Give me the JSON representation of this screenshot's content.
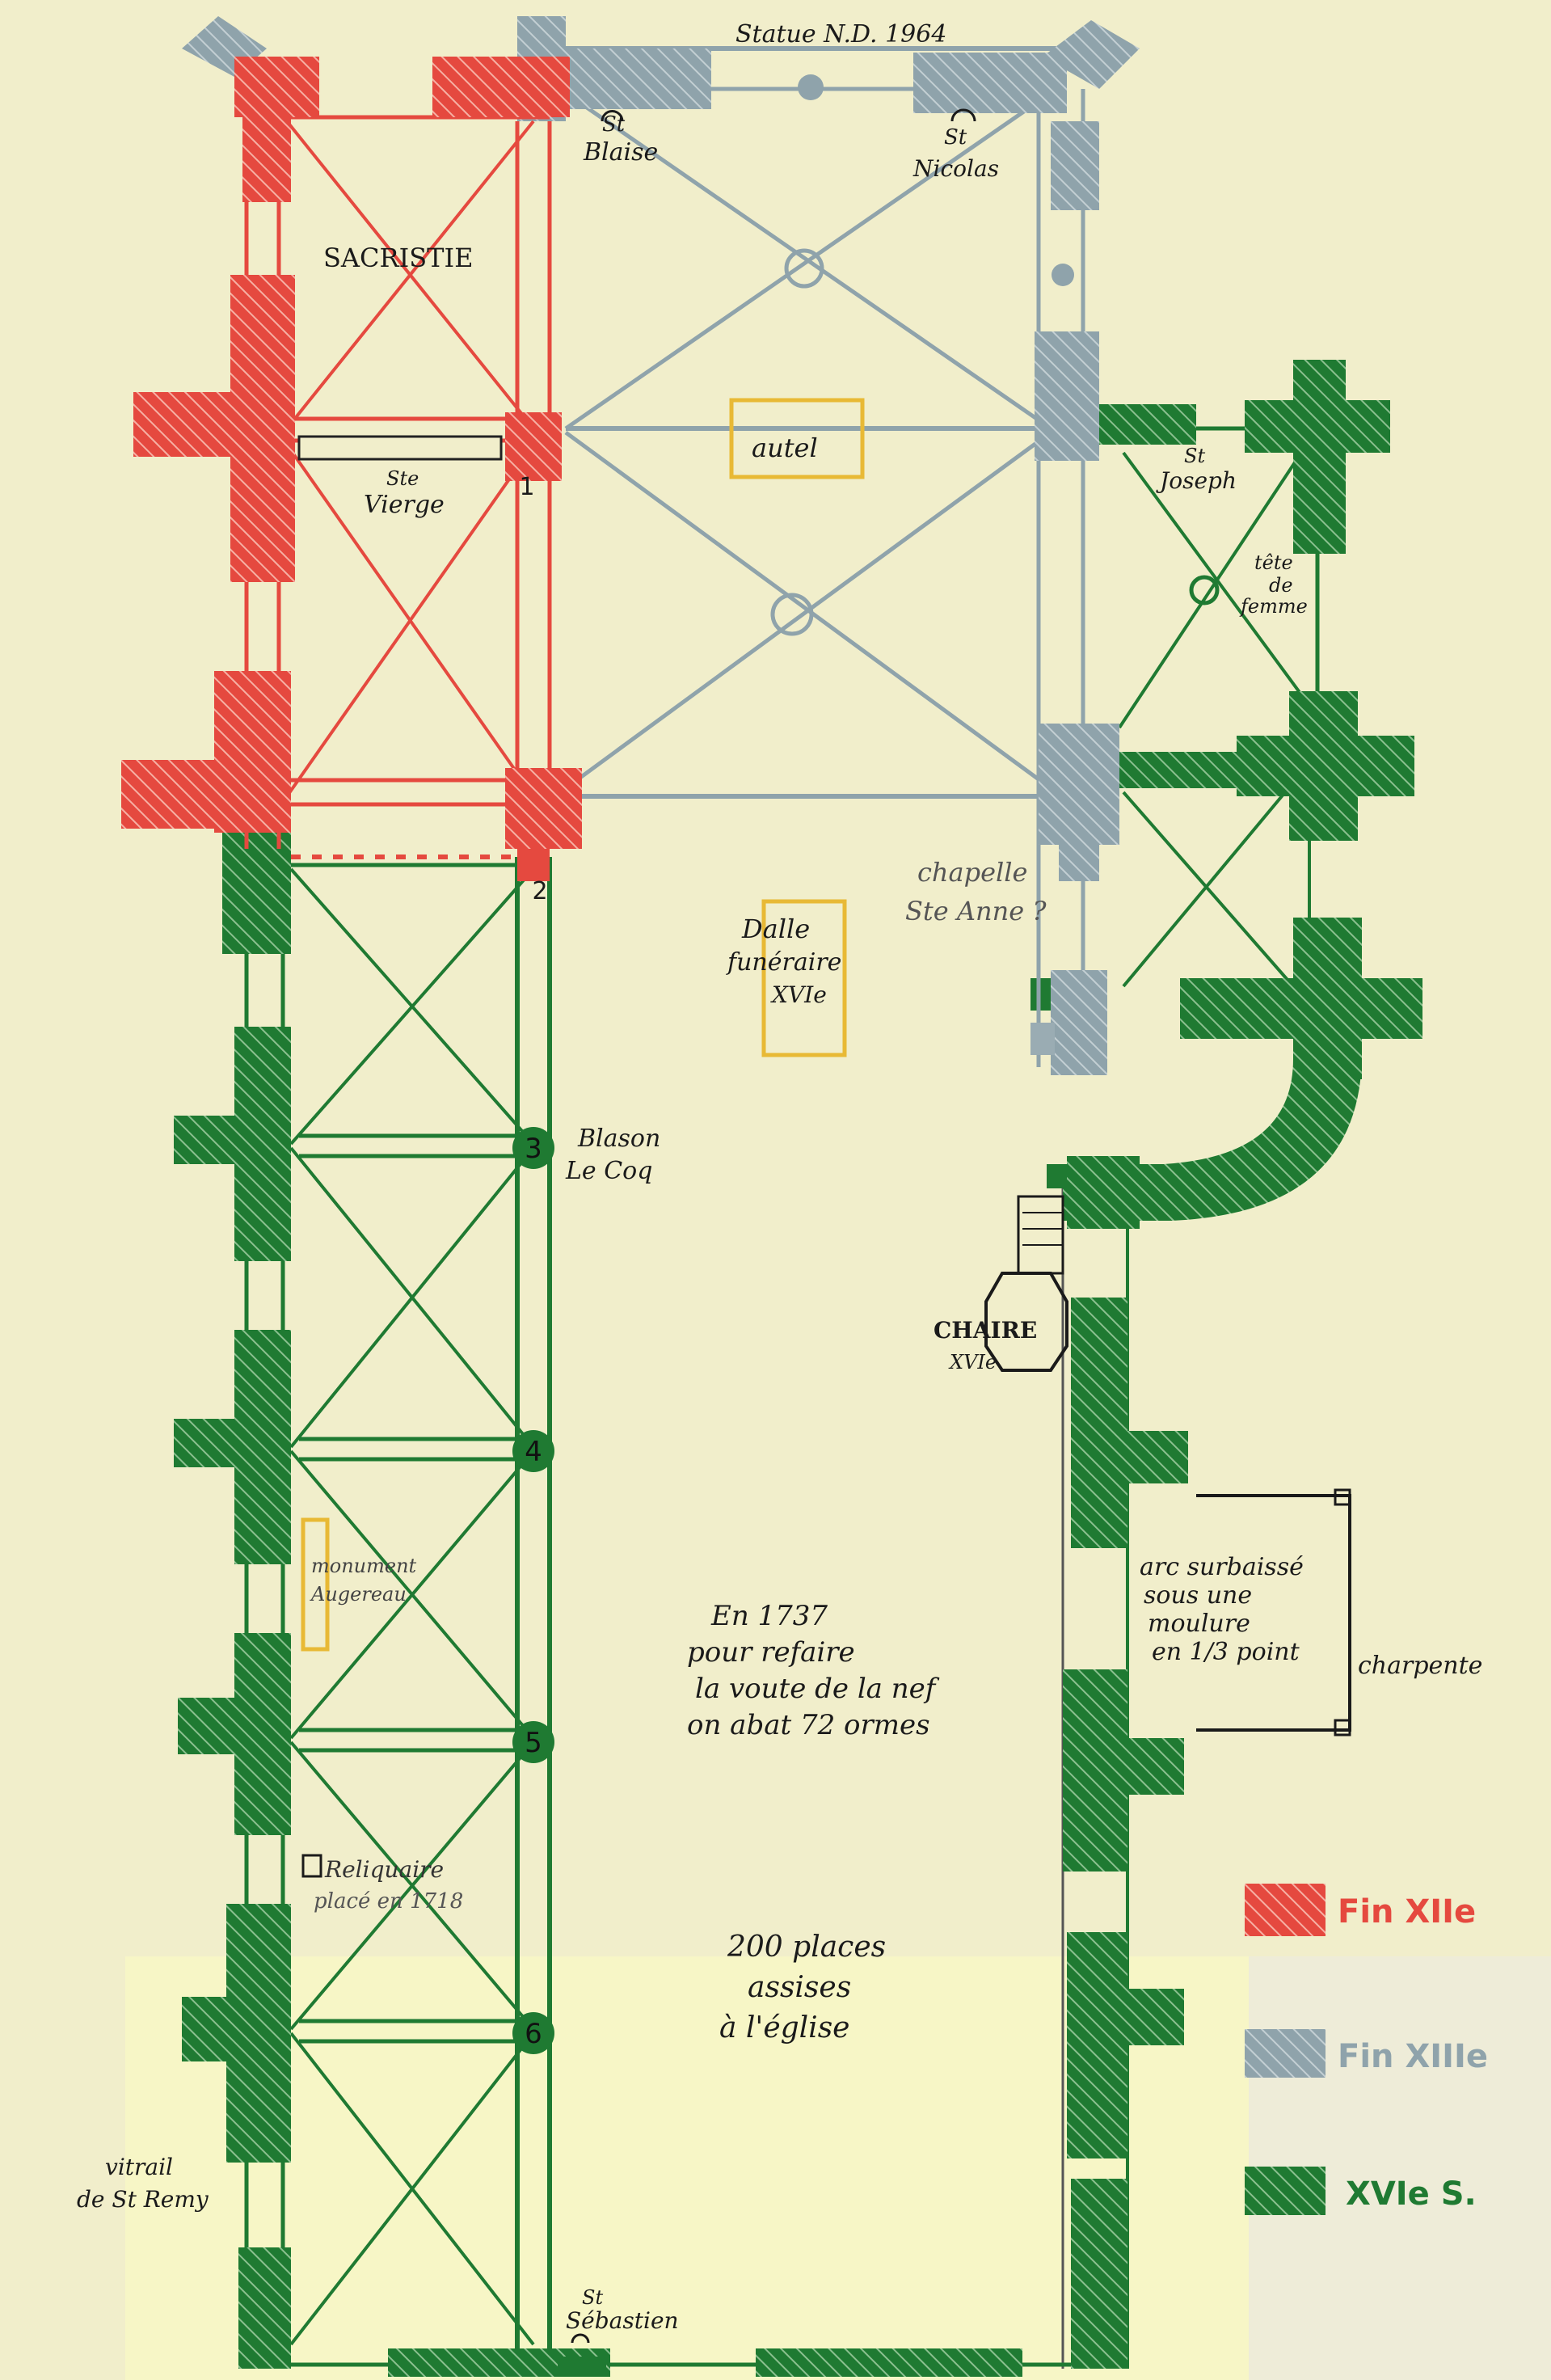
{
  "colors": {
    "paper": "#f1eecb",
    "paper_overlay": "#f7f6c6",
    "fin_xii": "#e5493f",
    "fin_xiii": "#8fa3ab",
    "xvi": "#1f7a32",
    "altar": "#e8b935",
    "ink": "#1a1a1a"
  },
  "icons": {
    "bay_marker": "filled-circle-icon",
    "keystone": "ring-icon",
    "niche": "arc-icon",
    "legend_swatch": "hatched-square-icon"
  },
  "labels": {
    "statue": "Statue N.D. 1964",
    "st_blaise_1": "St",
    "st_blaise_2": "Blaise",
    "st_nicolas_1": "St",
    "st_nicolas_2": "Nicolas",
    "sacristie": "SACRISTIE",
    "ste_vierge_1": "Ste",
    "ste_vierge_2": "Vierge",
    "autel": "autel",
    "st_joseph_1": "St",
    "st_joseph_2": "Joseph",
    "tete_1": "tête",
    "tete_2": "de",
    "tete_3": "femme",
    "chapelle_1": "chapelle",
    "chapelle_2": "Ste Anne ?",
    "dalle_1": "Dalle",
    "dalle_2": "funéraire",
    "dalle_3": "XVIe",
    "blason_1": "Blason",
    "blason_2": "Le Coq",
    "chaire_1": "CHAIRE",
    "chaire_2": "XVIe",
    "monument_1": "monument",
    "monument_2": "Augereau",
    "arc_1": "arc surbaissé",
    "arc_2": "sous une",
    "arc_3": "moulure",
    "arc_4": "en 1/3 point",
    "charpente": "charpente",
    "note_1": "En 1737",
    "note_2": "pour refaire",
    "note_3": "la voute de la nef",
    "note_4": "on abat 72 ormes",
    "reliquaire_1": "Reliquaire",
    "reliquaire_2": "placé en 1718",
    "places_1": "200 places",
    "places_2": "assises",
    "places_3": "à l'église",
    "vitrail_1": "vitrail",
    "vitrail_2": "de St Remy",
    "sebastien_1": "St",
    "sebastien_2": "Sébastien"
  },
  "bay_numbers": [
    "1",
    "2",
    "3",
    "4",
    "5",
    "6"
  ],
  "legend": [
    {
      "label": "Fin XIIe",
      "color": "#e5493f"
    },
    {
      "label": "Fin XIIIe",
      "color": "#8fa3ab"
    },
    {
      "label": "XVIe S.",
      "color": "#1f7a32"
    }
  ]
}
